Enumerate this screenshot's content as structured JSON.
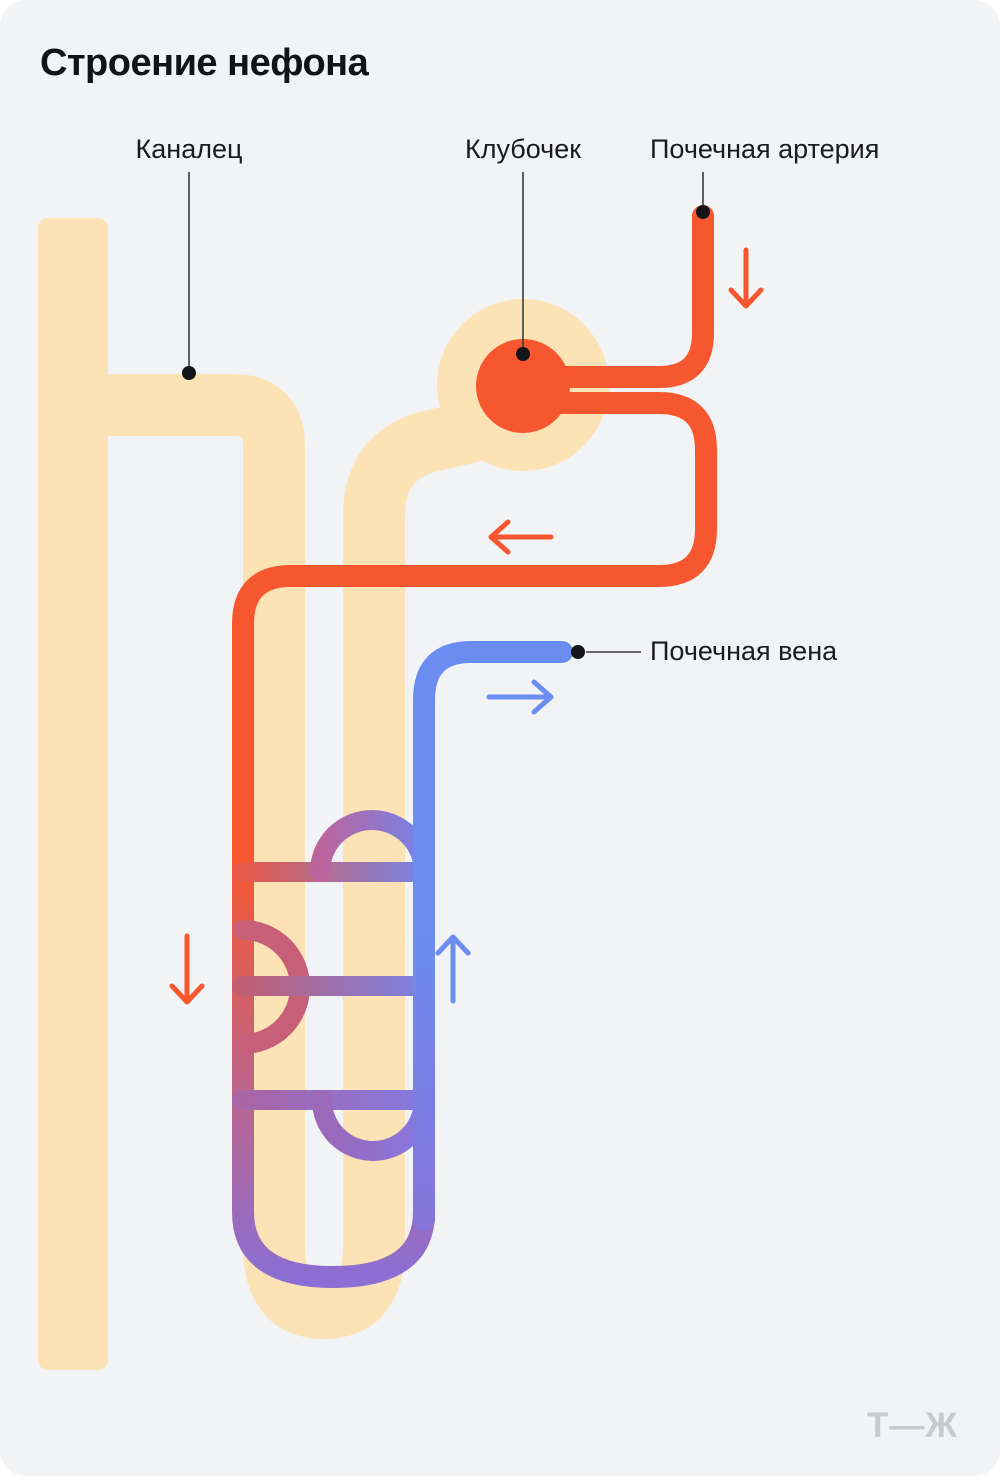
{
  "title": "Строение нефона",
  "labels": {
    "tubule": "Каналец",
    "glomerulus": "Клубочек",
    "renal_artery": "Почечная артерия",
    "renal_vein": "Почечная вена"
  },
  "watermark": "Т—Ж",
  "colors": {
    "card_bg": "#f2f3f5",
    "tubule": "#fce3b6",
    "artery": "#f7572f",
    "vein": "#6b8cf0",
    "capillary_purple": "#8b6fd4",
    "pointer": "#3a3b3e",
    "dot": "#141518",
    "label_text": "#1a1b1e",
    "title_text": "#121316",
    "watermark_text": "#c8cacf"
  },
  "arrows": {
    "artery_inflow": "down",
    "efferent_flow": "left",
    "vein_outflow": "right",
    "capillary_descending": "down",
    "capillary_ascending": "up"
  }
}
